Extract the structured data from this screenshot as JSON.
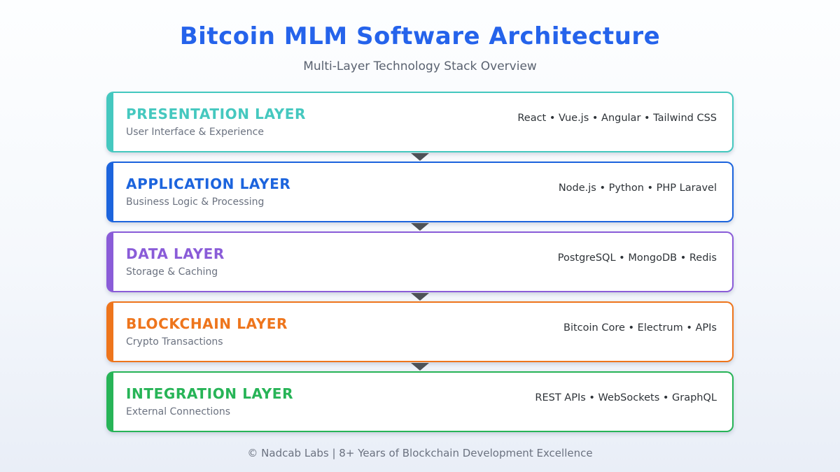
{
  "header": {
    "title": "Bitcoin MLM Software Architecture",
    "subtitle": "Multi-Layer Technology Stack Overview",
    "title_color": "#2563eb"
  },
  "layers": [
    {
      "title": "PRESENTATION LAYER",
      "subtitle": "User Interface & Experience",
      "tech": "React • Vue.js • Angular • Tailwind CSS",
      "color": "#45c8bf"
    },
    {
      "title": "APPLICATION LAYER",
      "subtitle": "Business Logic & Processing",
      "tech": "Node.js • Python • PHP Laravel",
      "color": "#1c64dd"
    },
    {
      "title": "DATA LAYER",
      "subtitle": "Storage & Caching",
      "tech": "PostgreSQL • MongoDB • Redis",
      "color": "#8a5cd8"
    },
    {
      "title": "BLOCKCHAIN LAYER",
      "subtitle": "Crypto Transactions",
      "tech": "Bitcoin Core • Electrum • APIs",
      "color": "#ee751c"
    },
    {
      "title": "INTEGRATION LAYER",
      "subtitle": "External Connections",
      "tech": "REST APIs • WebSockets • GraphQL",
      "color": "#27b457"
    }
  ],
  "arrow": {
    "color": "#4d5156"
  },
  "footer": {
    "text": "© Nadcab Labs | 8+ Years of Blockchain Development Excellence"
  }
}
